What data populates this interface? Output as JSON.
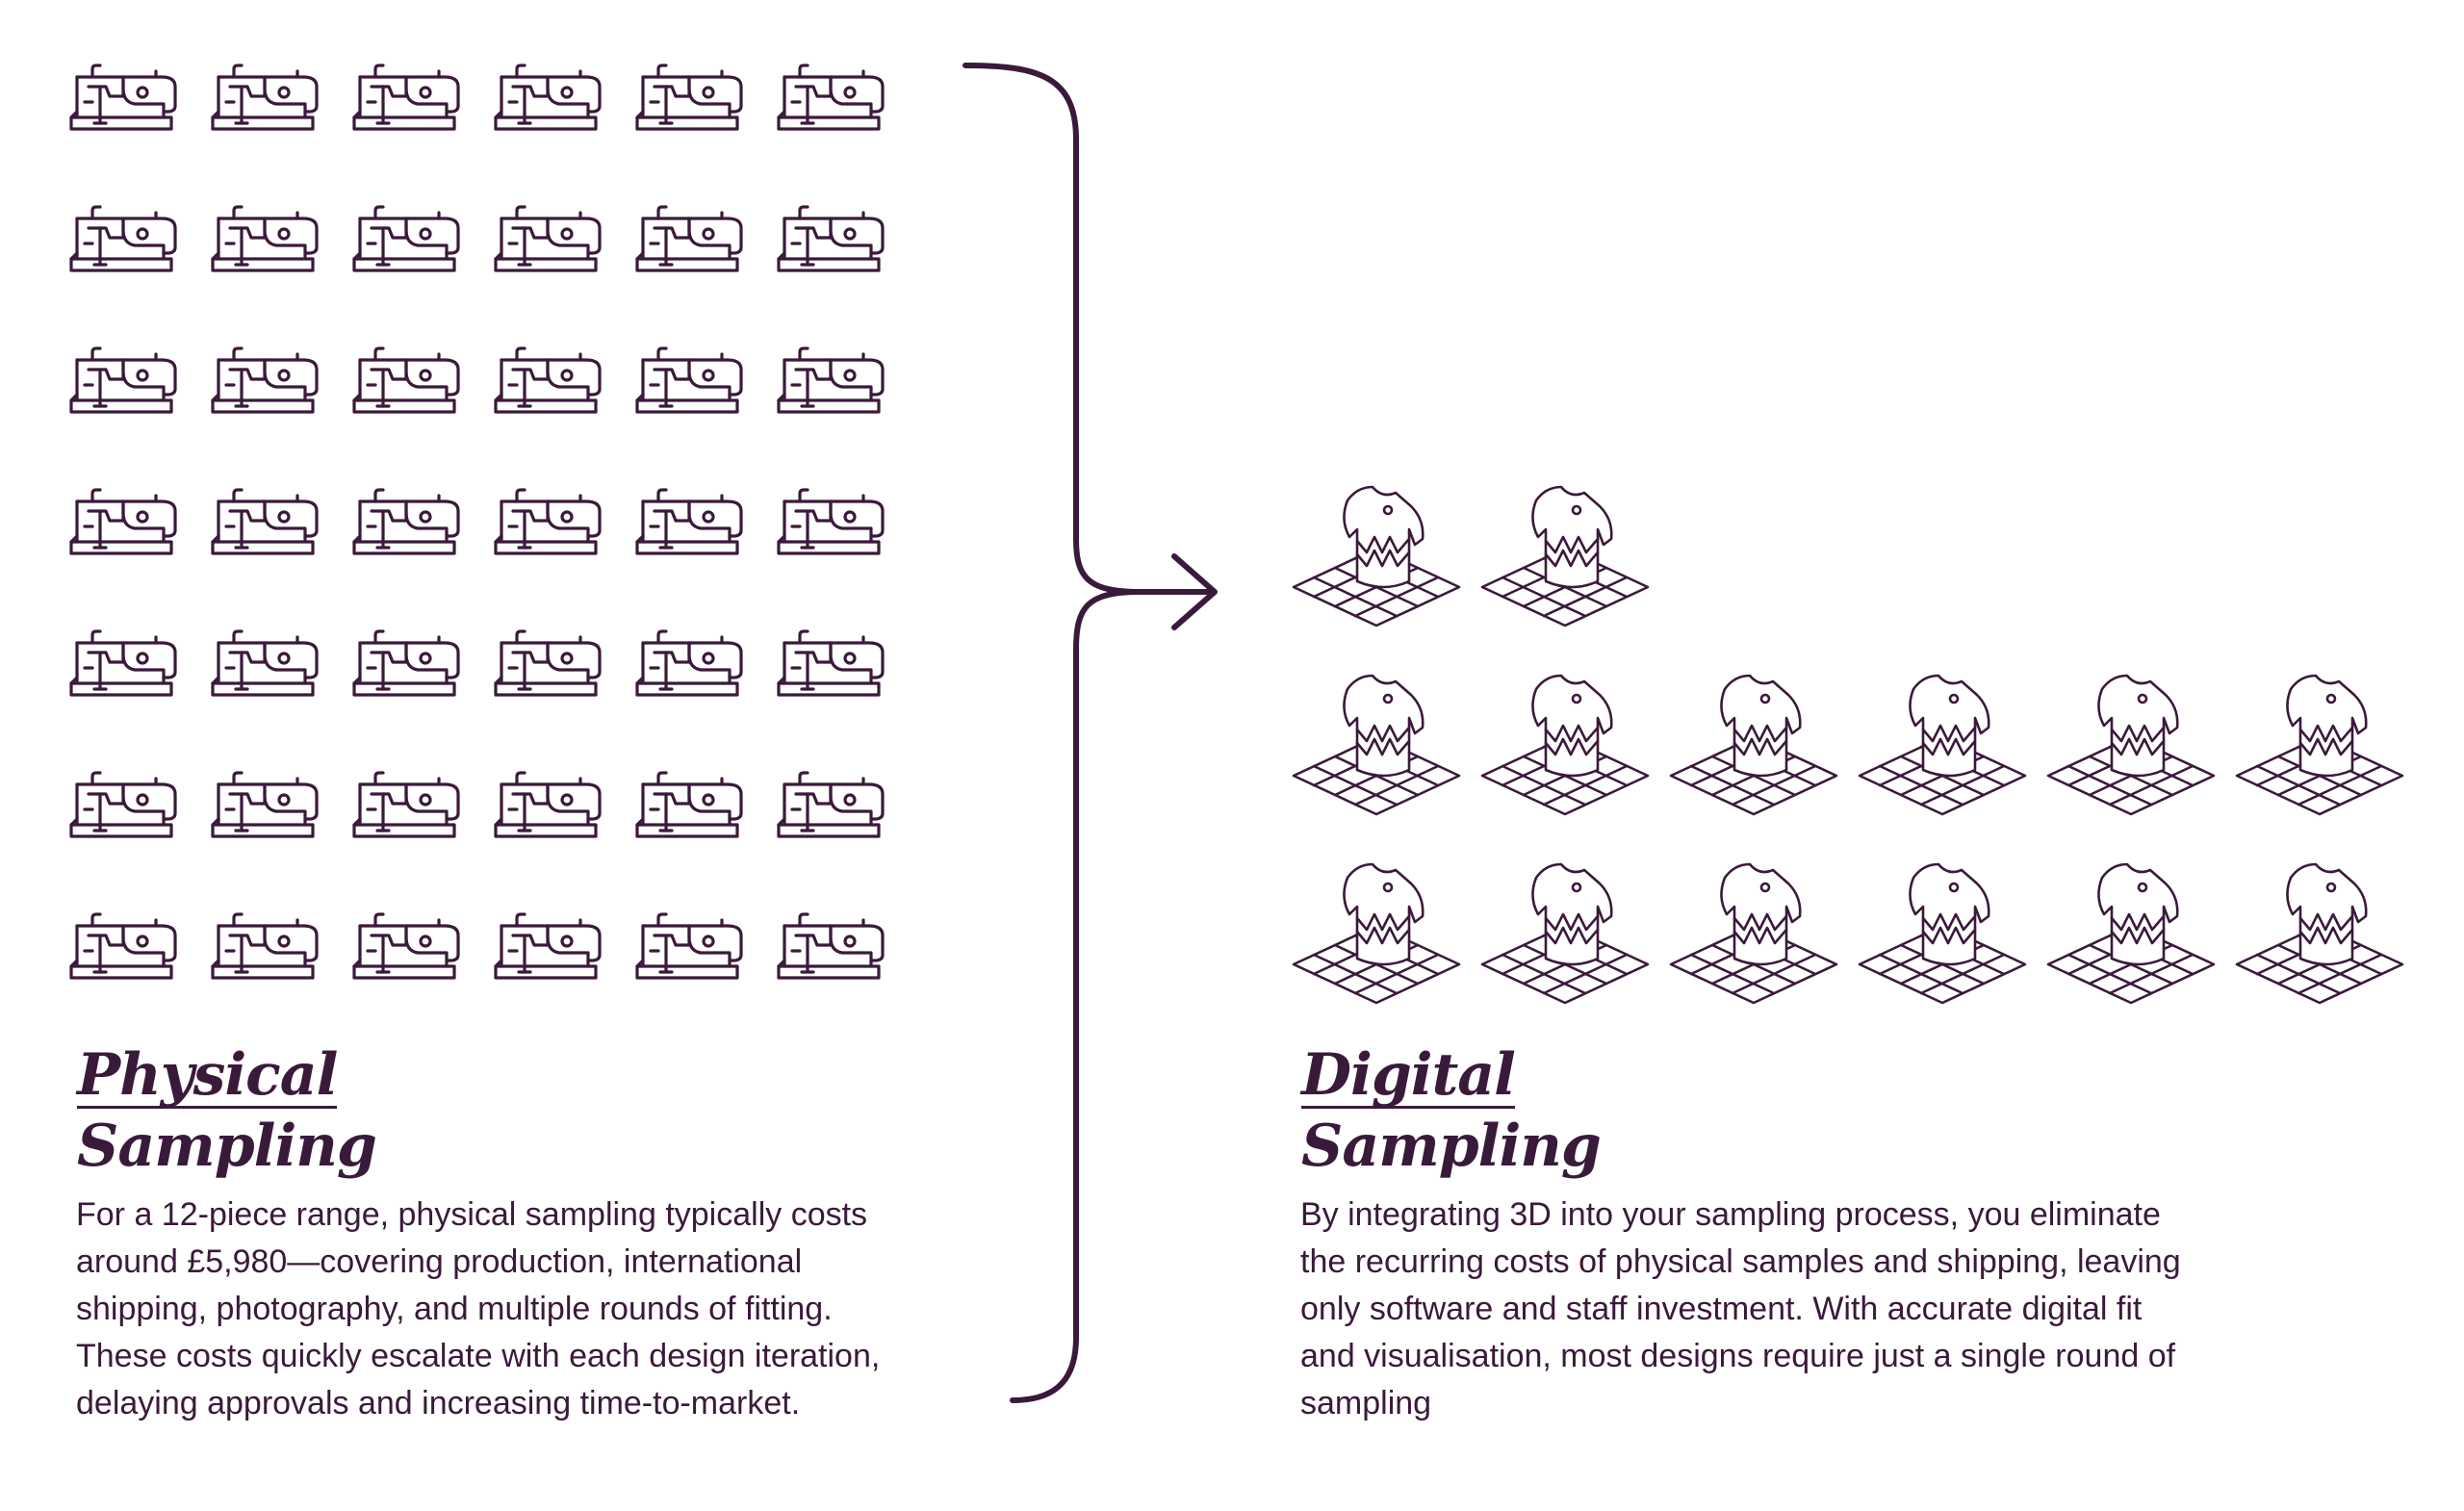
{
  "physical": {
    "heading_line1": "Physical",
    "heading_line2": "Sampling",
    "description": "For a 12-piece range, physical sampling typically costs\naround £5,980—covering production, international\nshipping, photography, and multiple rounds of fitting.\nThese costs quickly escalate with each design iteration,\ndelaying approvals and increasing time-to-market.",
    "icon": "sewing-machine-icon",
    "icon_count": 42,
    "grid_columns": 6,
    "grid_rows": 7
  },
  "digital": {
    "heading_line1": "Digital",
    "heading_line2": "Sampling",
    "description": "By integrating 3D into your sampling process, you eliminate\nthe recurring costs of physical samples and shipping, leaving\n only software and staff investment. With accurate digital fit\nand visualisation, most designs require just a single round of\nsampling",
    "icon": "3d-tshirt-grid-icon",
    "icon_count": 14,
    "row_counts": [
      2,
      6,
      6
    ]
  },
  "connector_icon": "brace-arrow-icon",
  "colors": {
    "ink": "#3a1a3a",
    "background": "#ffffff"
  }
}
